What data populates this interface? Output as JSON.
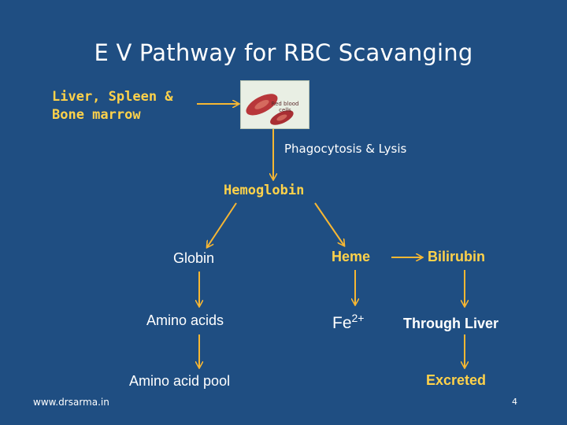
{
  "title": "E V Pathway for RBC Scavanging",
  "source_organs": "Liver, Spleen & Bone marrow",
  "image_label": "Red blood cells",
  "process_step": "Phagocytosis & Lysis",
  "hemoglobin": "Hemoglobin",
  "globin_branch": {
    "globin": "Globin",
    "amino_acids": "Amino acids",
    "pool": "Amino acid pool"
  },
  "heme_branch": {
    "heme": "Heme",
    "fe_base": "Fe",
    "fe_charge": "2+",
    "bilirubin": "Bilirubin",
    "through_liver": "Through Liver",
    "excreted": "Excreted"
  },
  "footer": {
    "website": "www.drsarma.in",
    "page_number": "4"
  },
  "colors": {
    "background": "#1f4e82",
    "highlight_text": "#ffd24a",
    "arrow": "#f7b733",
    "body_text": "#ffffff"
  }
}
